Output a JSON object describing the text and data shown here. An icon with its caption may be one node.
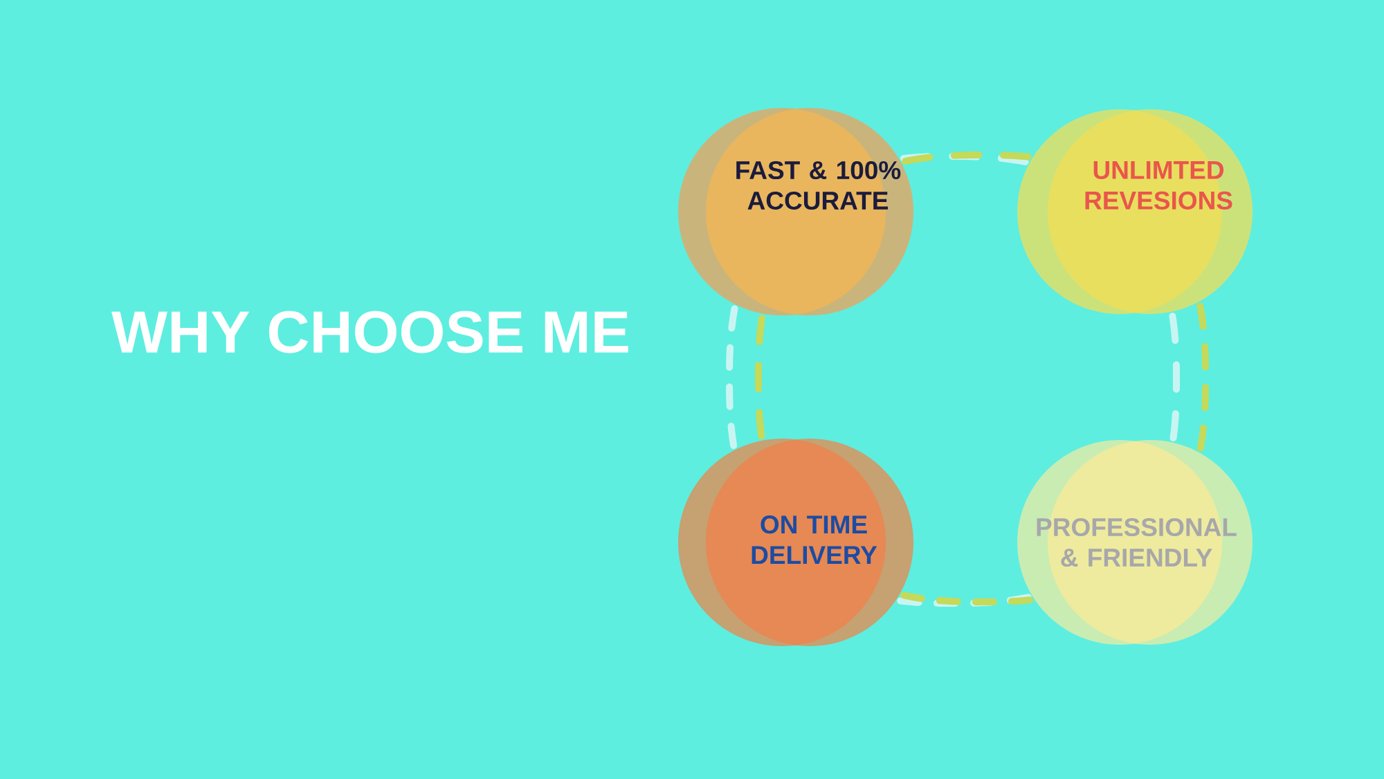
{
  "diagram": {
    "title": "WHY CHOOSE ME",
    "nodes": [
      {
        "text": [
          "FAST & 100% ACCURATE"
        ]
      },
      {
        "text": [
          "UNLIMTED REVESIONS"
        ]
      },
      {
        "text": [
          "ON TIME DELIVERY"
        ]
      },
      {
        "text": [
          "PROFESSIONAL & FRIENDLY"
        ]
      }
    ],
    "edges": [
      {
        "from": 0,
        "to": 1,
        "arrow": "none",
        "style": "dashed",
        "color": "#c8f5f2"
      },
      {
        "from": 0,
        "to": 1,
        "arrow": "none",
        "style": "dashed",
        "color": "#c5d95a"
      },
      {
        "from": 1,
        "to": 3,
        "arrow": "none",
        "style": "dashed",
        "color": "#c8f5f2"
      },
      {
        "from": 1,
        "to": 3,
        "arrow": "none",
        "style": "dashed",
        "color": "#c5d95a"
      },
      {
        "from": 3,
        "to": 2,
        "arrow": "none",
        "style": "dashed",
        "color": "#c8f5f2"
      },
      {
        "from": 3,
        "to": 2,
        "arrow": "none",
        "style": "dashed",
        "color": "#c5d95a"
      },
      {
        "from": 2,
        "to": 0,
        "arrow": "none",
        "style": "dashed",
        "color": "#c8f5f2"
      },
      {
        "from": 2,
        "to": 0,
        "arrow": "none",
        "style": "dashed",
        "color": "#c5d95a"
      }
    ]
  }
}
